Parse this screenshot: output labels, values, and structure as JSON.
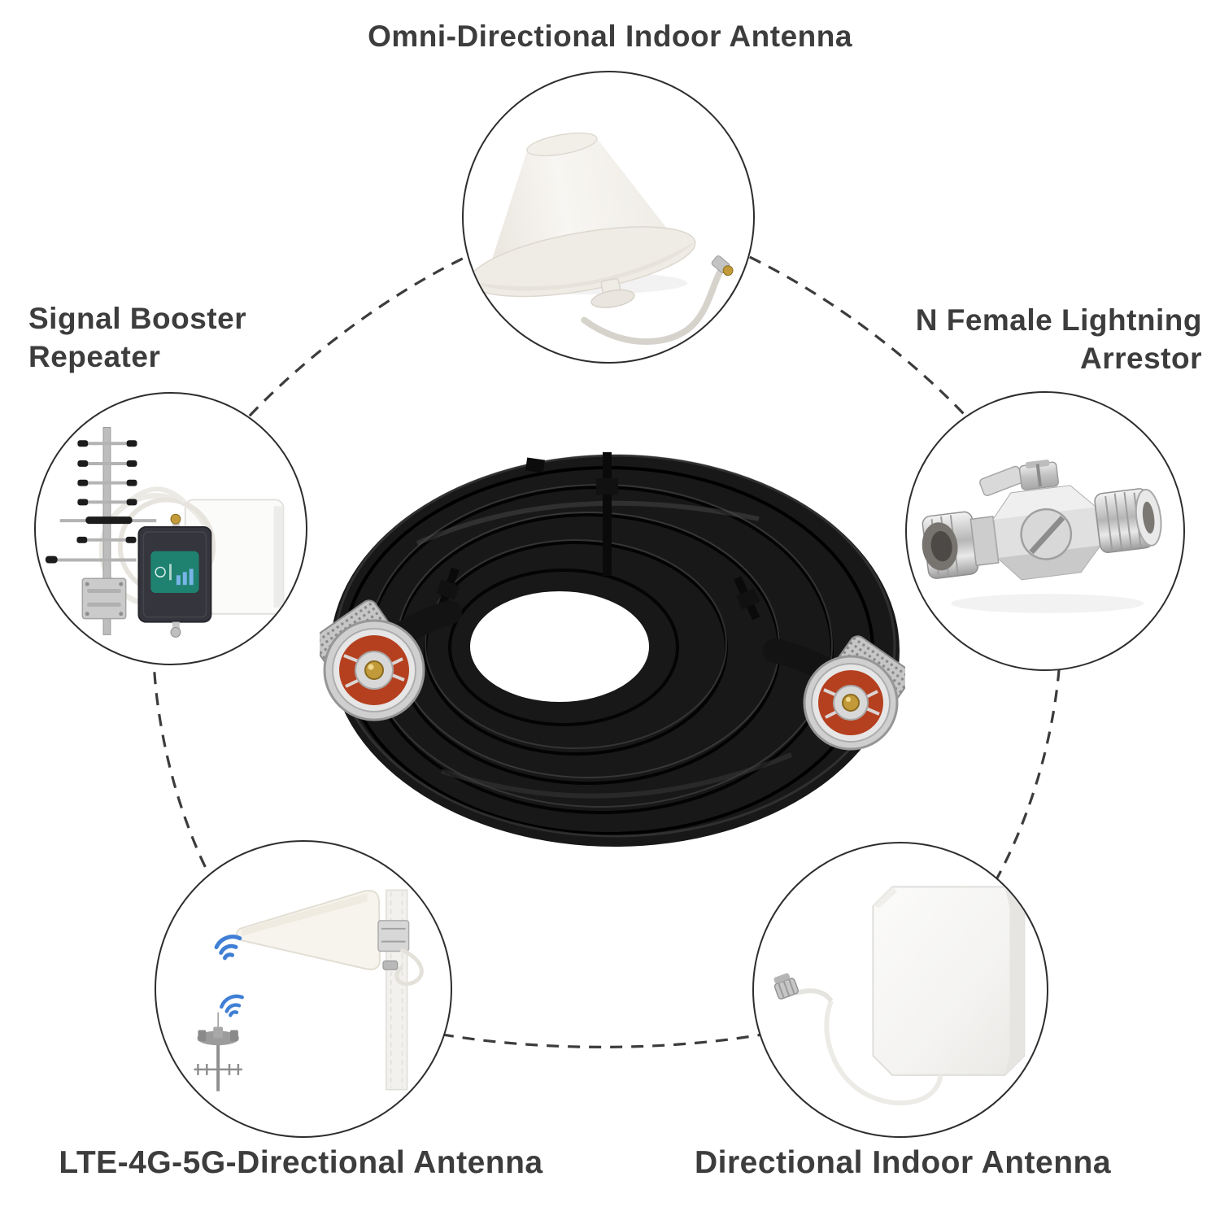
{
  "product_diagram": {
    "center_item": {
      "icon": "coaxial-cable-coil-with-n-male-connectors"
    },
    "callouts": {
      "top": {
        "label": "Omni-Directional Indoor Antenna",
        "icon": "omni-directional-ceiling-dome-antenna"
      },
      "left": {
        "label_line1": "Signal Booster",
        "label_line2": "Repeater",
        "icon": "signal-booster-repeater-kit"
      },
      "right": {
        "label_line1": "N Female Lightning",
        "label_line2": "Arrestor",
        "icon": "n-female-lightning-arrestor"
      },
      "bottom_left": {
        "label": "LTE-4G-5G-Directional Antenna",
        "icon": "lpda-outdoor-directional-antenna"
      },
      "bottom_right": {
        "label": "Directional Indoor Antenna",
        "icon": "directional-indoor-panel-antenna"
      }
    },
    "colors": {
      "background": "#ffffff",
      "label_text": "#3d3d3d",
      "dashed_connector": "#3c3c3c",
      "circle_outline": "#2d2d2d",
      "cable_black": "#161616",
      "connector_orange": "#b5401f",
      "connector_gold": "#c29a3a",
      "metal_silver": "#d6d6d6",
      "booster_body": "#35353d",
      "booster_screen_teal": "#1f8170",
      "signal_blue": "#3f7fd6"
    }
  }
}
